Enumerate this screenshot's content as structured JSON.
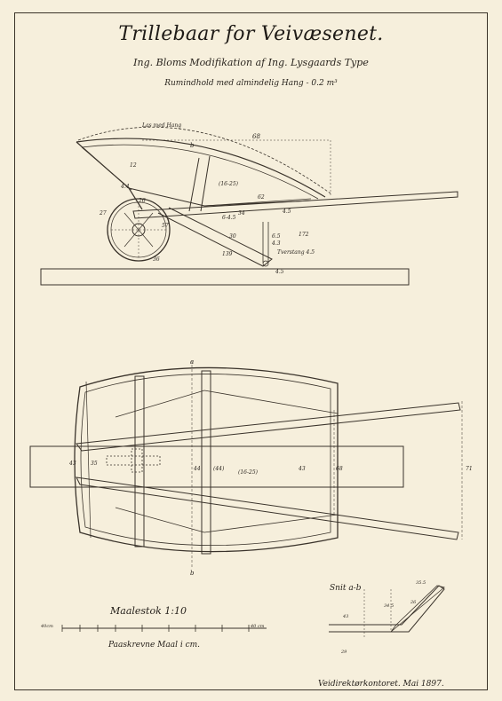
{
  "title": "Trillebaar for Veivæsenet.",
  "subtitle": "Ing. Bloms Modifikation af Ing. Lysgaards Type",
  "capacity": "Rumindhold med almindelig Hang - 0.2 m³",
  "side_view": {
    "labels": {
      "heap_label": "Las med Hang",
      "dim_68": "68",
      "section_b_top": "b",
      "dim_16_25": "(16-25)",
      "dim_62": "62",
      "dim_34": "34",
      "dim_6_45": "6-4.5",
      "dim_45": "4.5",
      "dim_27": "27",
      "dim_36": "36",
      "dim_30": "30",
      "dim_172": "172",
      "dim_65_43": "6.5",
      "dim_43": "4.3",
      "dim_139": "139",
      "tverstang": "Tverstang 4.5",
      "dim_45_low": "4.5",
      "dim_57": "57",
      "dim_44": "4.4",
      "dim_12": "12",
      "dim_26": "26"
    }
  },
  "plan_view": {
    "labels": {
      "section_a_top": "a",
      "section_b_bottom": "b",
      "dim_43_left": "43",
      "dim_35": "35",
      "dim_44": "44",
      "dim_44b": "(44)",
      "dim_16_25": "(16-25)",
      "dim_43_mid": "43",
      "dim_68": "68",
      "dim_71": "71"
    }
  },
  "scale": {
    "title": "Maalestok 1:10",
    "note": "Paaskrevne Maal i cm.",
    "tick_start": "40cm",
    "tick_end": "40 cm"
  },
  "section": {
    "label": "Snit a-b",
    "dim_355": "35.5",
    "dim_26": "26",
    "dim_345": "34.5",
    "dim_43": "43",
    "dim_29": "29"
  },
  "footer": "Veidirektørkontoret. Mai 1897.",
  "colors": {
    "paper": "#f6efdc",
    "ink": "#3a332b",
    "hatch": "#d9cba8"
  }
}
